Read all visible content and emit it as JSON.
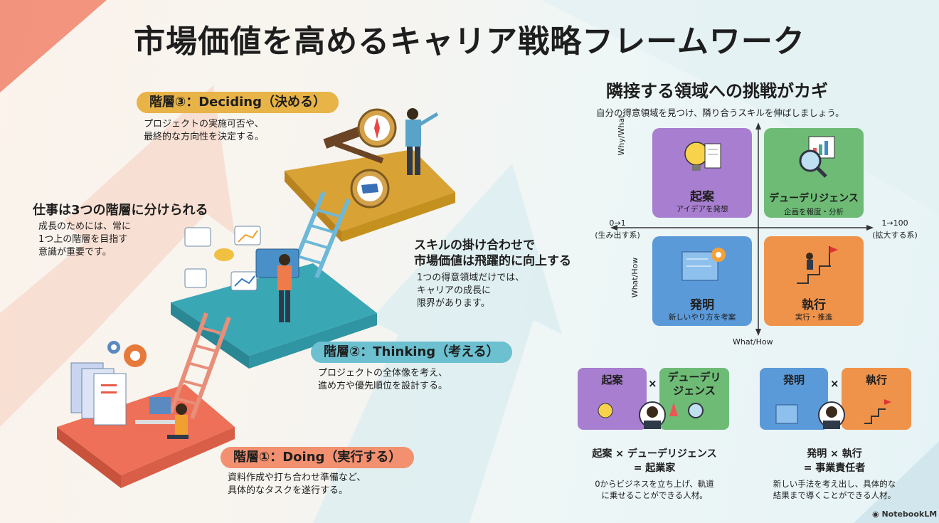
{
  "title": "市場価値を高めるキャリア戦略フレームワーク",
  "left": {
    "layer3": {
      "label": "階層③：Deciding（決める）",
      "desc1": "プロジェクトの実施可否や、",
      "desc2": "最終的な方向性を決定する。"
    },
    "layer2": {
      "label": "階層②：Thinking（考える）",
      "desc1": "プロジェクトの全体像を考え、",
      "desc2": "進め方や優先順位を設計する。"
    },
    "layer1": {
      "label": "階層①：Doing（実行する）",
      "desc1": "資料作成や打ち合わせ準備など、",
      "desc2": "具体的なタスクを遂行する。"
    },
    "intro": {
      "heading": "仕事は3つの階層に分けられる",
      "line1": "成長のためには、常に",
      "line2": "1つ上の階層を目指す",
      "line3": "意識が重要です。"
    }
  },
  "middle": {
    "heading1": "スキルの掛け合わせで",
    "heading2": "市場価値は飛躍的に向上する",
    "line1": "1つの得意領域だけでは、",
    "line2": "キャリアの成長に",
    "line3": "限界があります。"
  },
  "right": {
    "heading": "隣接する領域への挑戦がカギ",
    "sub": "自分の得意領域を見つけ、隣り合うスキルを伸ばしましょう。",
    "axes": {
      "top_left": "Why/What",
      "bottom_left": "What/How",
      "bottom": "What/How",
      "left_top": "0→1",
      "left_bottom": "(生み出す系)",
      "right_top": "1→100",
      "right_bottom": "(拡大する系)"
    },
    "quadrants": [
      {
        "title": "起案",
        "sub": "アイデアを発想",
        "color": "#a77ed0"
      },
      {
        "title": "デューデリジェンス",
        "sub": "企画を報度・分析",
        "color": "#6dbb75"
      },
      {
        "title": "発明",
        "sub": "新しいやり方を考案",
        "color": "#5b9ad9"
      },
      {
        "title": "執行",
        "sub": "実行・推進",
        "color": "#f0934a"
      }
    ],
    "combo1": {
      "a": "起案",
      "x": "×",
      "b1": "デューデリ",
      "b2": "ジェンス",
      "result1": "起案 × デューデリジェンス",
      "result2": "= 起業家",
      "desc1": "0からビジネスを立ち上げ、軌道",
      "desc2": "に乗せることができる人材。"
    },
    "combo2": {
      "a": "発明",
      "x": "×",
      "b": "執行",
      "result1": "発明 × 執行",
      "result2": "= 事業責任者",
      "desc1": "新しい手法を考え出し、具体的な",
      "desc2": "結果まで導くことができる人材。"
    }
  },
  "brand": "NotebookLM"
}
